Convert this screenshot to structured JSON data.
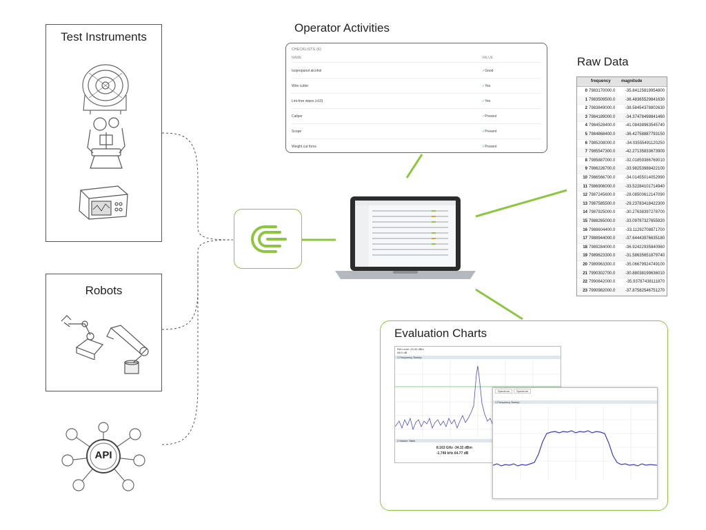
{
  "sources": {
    "test_instruments": {
      "title": "Test Instruments",
      "icons": [
        "fan-instrument-icon",
        "robot-fixture-icon",
        "oscilloscope-icon"
      ]
    },
    "robots": {
      "title": "Robots",
      "icons": [
        "robot-arm-icon",
        "industrial-robot-icon"
      ]
    },
    "api": {
      "label": "API"
    }
  },
  "hub": {
    "icon": "hub-logo-icon",
    "accent": "#8cc63f"
  },
  "operator_activities": {
    "title": "Operator Activities",
    "card_header": "CHECKLISTS (6)",
    "columns": [
      "NAME",
      "VALUE"
    ],
    "rows": [
      {
        "name": "Isopropanol alcohol",
        "value": "Good"
      },
      {
        "name": "Wire cutter",
        "value": "Yes"
      },
      {
        "name": "Lint-free wipes (x10)",
        "value": "Yes"
      },
      {
        "name": "Caliper",
        "value": "Present"
      },
      {
        "name": "Scope",
        "value": "Present"
      },
      {
        "name": "Weight cut force",
        "value": "Present"
      }
    ]
  },
  "raw_data": {
    "title": "Raw Data",
    "columns": [
      "frequency",
      "magnitude"
    ],
    "rows": [
      [
        "0",
        "7983170000.0",
        "-35.84125819954800"
      ],
      [
        "1",
        "7983509500.0",
        "-36.48365529841630"
      ],
      [
        "2",
        "7983849000.0",
        "-38.58454378802630"
      ],
      [
        "3",
        "7984189000.0",
        "-34.37478498841460"
      ],
      [
        "4",
        "7984528400.0",
        "-41.08438963545740"
      ],
      [
        "5",
        "7984868400.0",
        "-36.42758887793150"
      ],
      [
        "6",
        "7985208000.0",
        "-34.03555491120250"
      ],
      [
        "7",
        "7985547300.0",
        "-42.27135833673900"
      ],
      [
        "8",
        "7985887000.0",
        "-32.01859386769010"
      ],
      [
        "9",
        "7986226700.0",
        "-33.98253988422100"
      ],
      [
        "10",
        "7986566700.0",
        "-34.01455014052990"
      ],
      [
        "11",
        "7986906000.0",
        "-33.52284101714940"
      ],
      [
        "12",
        "7987245600.0",
        "-28.08500612147090"
      ],
      [
        "13",
        "7987585500.0",
        "-29.23783418422300"
      ],
      [
        "14",
        "7987925000.0",
        "-30.27638397278700"
      ],
      [
        "15",
        "7988265000.0",
        "-33.09787327655920"
      ],
      [
        "16",
        "7988604400.0",
        "-33.11292708871700"
      ],
      [
        "17",
        "7988944000.0",
        "-37.64443976635180"
      ],
      [
        "18",
        "7989284000.0",
        "-36.92422935840960"
      ],
      [
        "19",
        "7989623300.0",
        "-31.58635651879740"
      ],
      [
        "20",
        "7989963300.0",
        "-35.06679924749100"
      ],
      [
        "21",
        "7990302700.0",
        "-30.88038199636010"
      ],
      [
        "22",
        "7990642000.0",
        "-35.93787438111870"
      ],
      [
        "23",
        "7990982000.0",
        "-37.87582546751270"
      ]
    ]
  },
  "evaluation_charts": {
    "title": "Evaluation Charts",
    "spec1": {
      "ref_level": "Ref Level -20.00 dBm",
      "att": "Att 0 dB",
      "section": "1 Frequency Sweep",
      "marker_table": "2 Marker Table",
      "m1": "8.163 GHz  -34.32 dBm",
      "m2": "-1.749 kHz  64.77 dB"
    },
    "spec2": {
      "tabs": [
        "Spectrum",
        "Spectrum"
      ],
      "section": "1 Frequency Sweep"
    }
  }
}
